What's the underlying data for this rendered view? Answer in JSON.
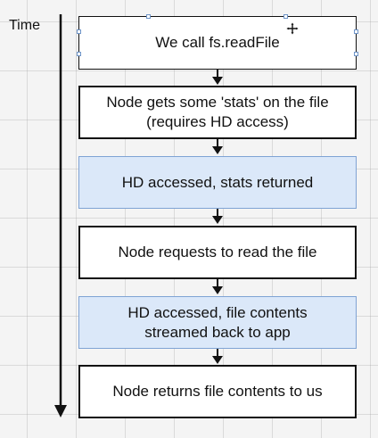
{
  "time_axis": {
    "label": "Time"
  },
  "steps": [
    {
      "label": "We call fs.readFile",
      "highlight": false
    },
    {
      "label": "Node gets some 'stats' on the file\n(requires HD access)",
      "highlight": false
    },
    {
      "label": "HD accessed, stats returned",
      "highlight": true
    },
    {
      "label": "Node requests to read the file",
      "highlight": false
    },
    {
      "label": "HD accessed, file contents\nstreamed back to app",
      "highlight": true
    },
    {
      "label": "Node returns file contents to us",
      "highlight": false
    }
  ],
  "colors": {
    "highlight_fill": "#dbe8f9",
    "highlight_border": "#7fa3d4",
    "plain_fill": "#ffffff",
    "line": "#111111",
    "selection_handle": "#6f95c8"
  },
  "icons": {
    "cursor": "move-cursor-icon"
  }
}
